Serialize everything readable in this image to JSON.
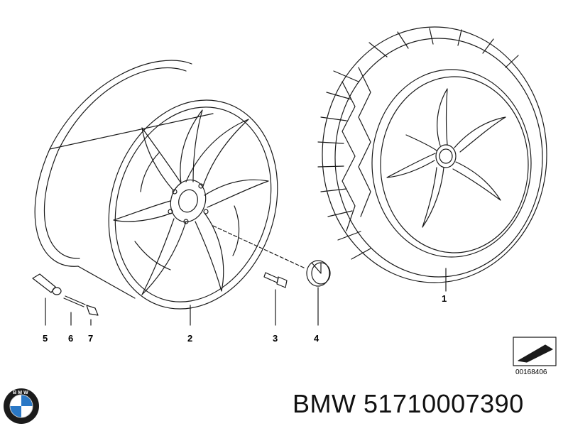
{
  "diagram": {
    "callouts": [
      {
        "id": "1",
        "label": "1"
      },
      {
        "id": "2",
        "label": "2"
      },
      {
        "id": "3",
        "label": "3"
      },
      {
        "id": "4",
        "label": "4"
      },
      {
        "id": "5",
        "label": "5"
      },
      {
        "id": "6",
        "label": "6"
      },
      {
        "id": "7",
        "label": "7"
      }
    ],
    "reference_code": "00168406",
    "caption": "BMW 51710007390",
    "logo_text": "BMW",
    "colors": {
      "line": "#1a1a1a",
      "logo_blue": "#2a78c6",
      "logo_ring": "#1b1b1b"
    }
  }
}
